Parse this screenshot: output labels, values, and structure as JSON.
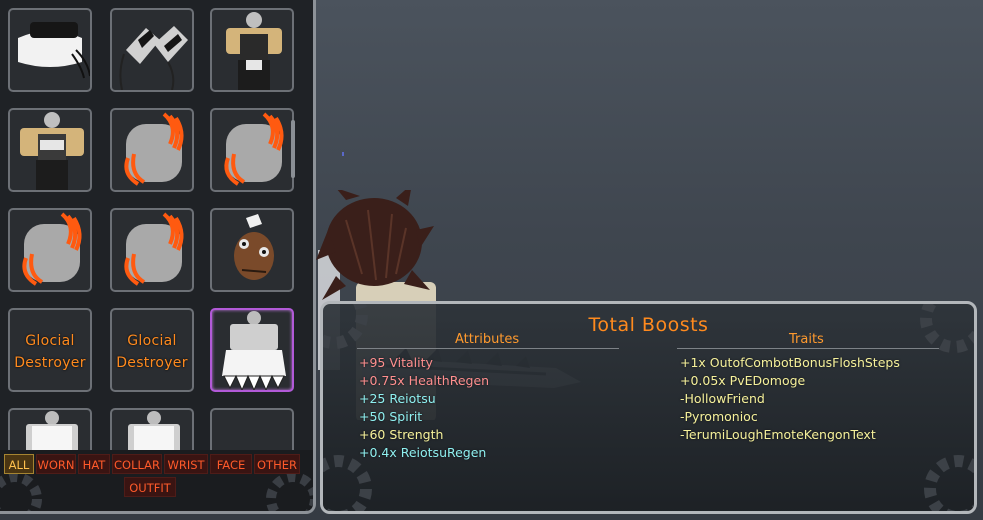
{
  "inventory": {
    "slots": [
      {
        "kind": "headband"
      },
      {
        "kind": "wrist-bands"
      },
      {
        "kind": "blonde-outfit"
      },
      {
        "kind": "blonde-outfit-2"
      },
      {
        "kind": "flame-mask"
      },
      {
        "kind": "flame-mask"
      },
      {
        "kind": "flame-mask"
      },
      {
        "kind": "flame-mask"
      },
      {
        "kind": "hollow-mask-brown"
      },
      {
        "kind": "text",
        "line1": "Glocial",
        "line2": "Destroyer"
      },
      {
        "kind": "text",
        "line1": "Glocial",
        "line2": "Destroyer"
      },
      {
        "kind": "white-robe",
        "selected": true
      },
      {
        "kind": "white-robe"
      },
      {
        "kind": "white-robe"
      },
      {
        "kind": "empty"
      }
    ],
    "filters": {
      "all": "ALL",
      "worn": "WORN",
      "hat": "HAT",
      "collar": "COLLAR",
      "wrist": "WRIST",
      "face": "FACE",
      "other": "OTHER",
      "outfit": "OUTFIT"
    },
    "active_filter": "all"
  },
  "boosts": {
    "title": "Total Boosts",
    "attributes_header": "Attributes",
    "traits_header": "Traits",
    "attributes": [
      {
        "text": "+95 Vitality",
        "color": "#ff8f8f"
      },
      {
        "text": "+0.75x HealthRegen",
        "color": "#ff8f8f"
      },
      {
        "text": "+25 Reiotsu",
        "color": "#8ff0f0"
      },
      {
        "text": "+50 Spirit",
        "color": "#8ff0f0"
      },
      {
        "text": "+60 Strength",
        "color": "#f6f19b"
      },
      {
        "text": "+0.4x ReiotsuRegen",
        "color": "#8ff0f0"
      }
    ],
    "traits": [
      "+1x OutofCombotBonusFloshSteps",
      "+0.05x PvEDomoge",
      "-HollowFriend",
      "-Pyromonioc",
      "-TerumiLoughEmoteKengonText"
    ]
  },
  "colors": {
    "accent_orange": "#ff8a1e",
    "selected_border": "#b25ad8",
    "panel_border": "#b3b7bb"
  }
}
